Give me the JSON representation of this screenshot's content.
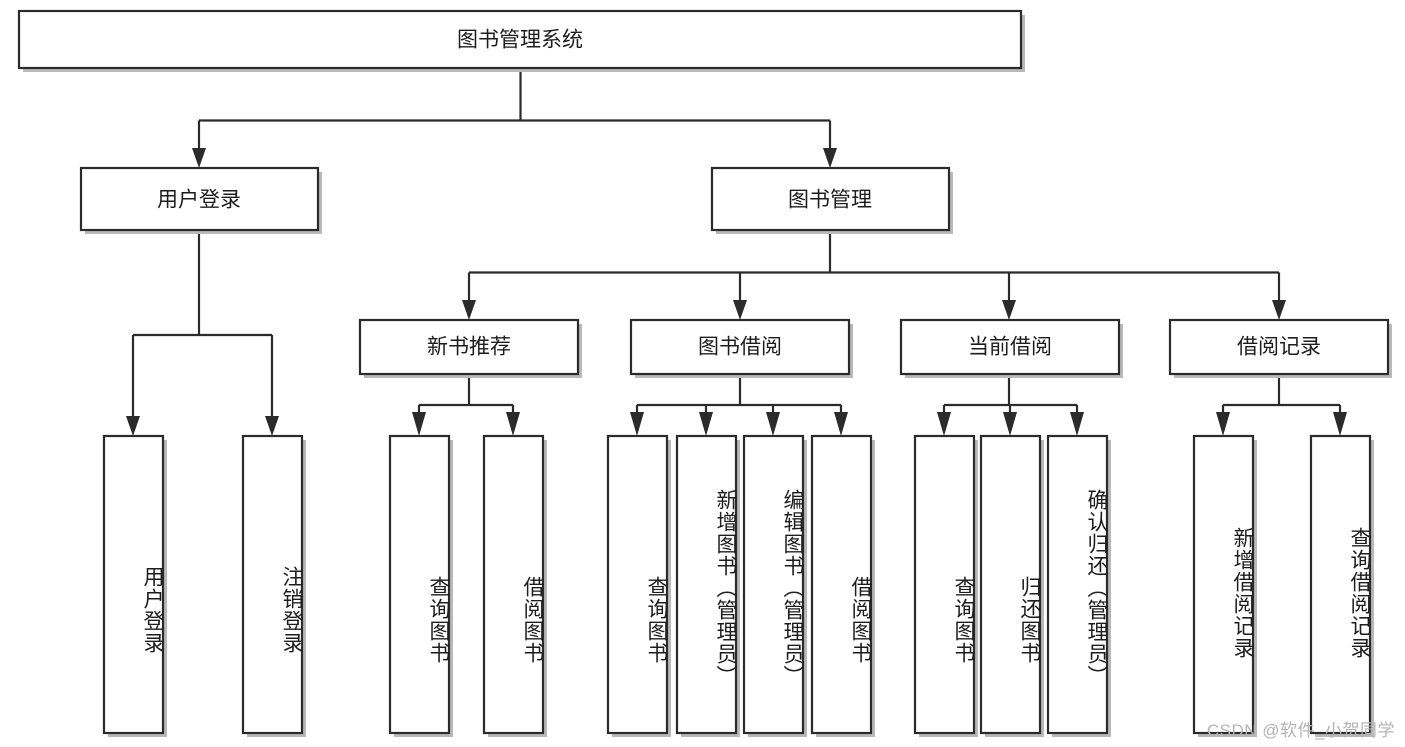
{
  "diagram": {
    "title": "图书管理系统",
    "type": "tree-hierarchy",
    "orientation": "top-down",
    "levels": 4,
    "root": {
      "id": "root",
      "label": "图书管理系统",
      "text_direction": "horizontal"
    },
    "level2": [
      {
        "id": "user-login",
        "label": "用户登录",
        "text_direction": "horizontal"
      },
      {
        "id": "book-management",
        "label": "图书管理",
        "text_direction": "horizontal"
      }
    ],
    "level3": [
      {
        "id": "new-book-recommend",
        "label": "新书推荐",
        "parent": "book-management",
        "text_direction": "horizontal"
      },
      {
        "id": "book-borrow",
        "label": "图书借阅",
        "parent": "book-management",
        "text_direction": "horizontal"
      },
      {
        "id": "current-borrow",
        "label": "当前借阅",
        "parent": "book-management",
        "text_direction": "horizontal"
      },
      {
        "id": "borrow-record",
        "label": "借阅记录",
        "parent": "book-management",
        "text_direction": "horizontal"
      }
    ],
    "leaves": [
      {
        "id": "leaf-user-login",
        "label": "用户登录",
        "parent": "user-login",
        "text_direction": "vertical"
      },
      {
        "id": "leaf-user-logout",
        "label": "注销登录",
        "parent": "user-login",
        "text_direction": "vertical"
      },
      {
        "id": "leaf-query-book-1",
        "label": "查询图书",
        "parent": "new-book-recommend",
        "text_direction": "vertical"
      },
      {
        "id": "leaf-borrow-book-1",
        "label": "借阅图书",
        "parent": "new-book-recommend",
        "text_direction": "vertical"
      },
      {
        "id": "leaf-query-book-2",
        "label": "查询图书",
        "parent": "book-borrow",
        "text_direction": "vertical"
      },
      {
        "id": "leaf-add-book",
        "label": "新增图书（管理员）",
        "parent": "book-borrow",
        "text_direction": "vertical"
      },
      {
        "id": "leaf-edit-book",
        "label": "编辑图书（管理员）",
        "parent": "book-borrow",
        "text_direction": "vertical"
      },
      {
        "id": "leaf-borrow-book-2",
        "label": "借阅图书",
        "parent": "book-borrow",
        "text_direction": "vertical"
      },
      {
        "id": "leaf-query-book-3",
        "label": "查询图书",
        "parent": "current-borrow",
        "text_direction": "vertical"
      },
      {
        "id": "leaf-return-book",
        "label": "归还图书",
        "parent": "current-borrow",
        "text_direction": "vertical"
      },
      {
        "id": "leaf-confirm-return",
        "label": "确认归还（管理员）",
        "parent": "current-borrow",
        "text_direction": "vertical"
      },
      {
        "id": "leaf-add-borrow-record",
        "label": "新增借阅记录",
        "parent": "borrow-record",
        "text_direction": "vertical"
      },
      {
        "id": "leaf-query-borrow-record",
        "label": "查询借阅记录",
        "parent": "borrow-record",
        "text_direction": "vertical"
      }
    ],
    "colors": {
      "background": "#ffffff",
      "box_fill": "#ffffff",
      "box_stroke": "#2b2b2b",
      "edge": "#2b2b2b",
      "text": "#1d1d1d",
      "watermark": "#b4b4b4"
    }
  },
  "watermark": {
    "text": "CSDN @软件_小贺同学"
  }
}
